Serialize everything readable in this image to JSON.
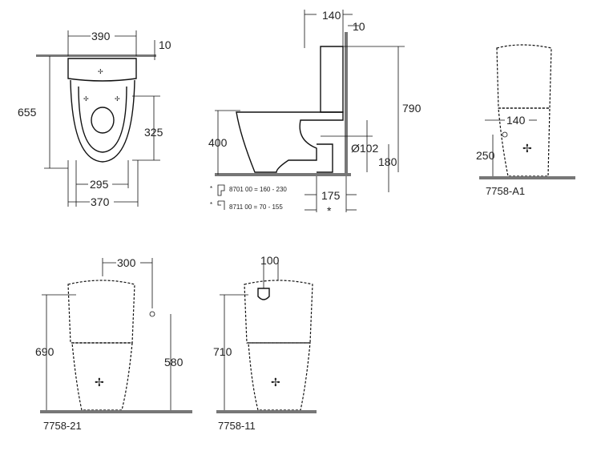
{
  "front_view": {
    "width_top": "390",
    "offset": "10",
    "depth": "655",
    "seat_height": "325",
    "bowl_width": "295",
    "total_width": "370"
  },
  "side_view": {
    "cistern_depth": "140",
    "wall_gap": "10",
    "total_height": "790",
    "seat_height": "400",
    "outlet_diameter": "Ø102",
    "outlet_height": "180",
    "outlet_offset": "175",
    "asterisk": "*",
    "notes": [
      {
        "marker": "*",
        "text": "8701 00 = 160 - 230"
      },
      {
        "marker": "*",
        "text": "8711 00 = 70 -   155"
      }
    ]
  },
  "variant_a1": {
    "label": "7758-A1",
    "inlet_offset": "140",
    "inlet_height": "250"
  },
  "variant_21": {
    "label": "7758-21",
    "inlet_offset": "300",
    "total_height": "690",
    "inlet_height": "580"
  },
  "variant_11": {
    "label": "7758-11",
    "inlet_offset": "100",
    "total_height": "710"
  }
}
